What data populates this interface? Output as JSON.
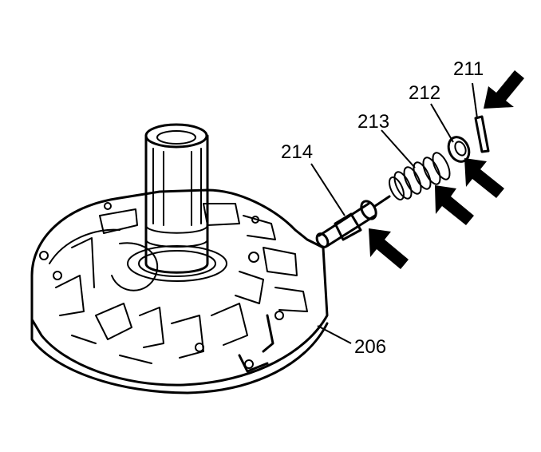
{
  "diagram": {
    "callouts": {
      "c211": "211",
      "c212": "212",
      "c213": "213",
      "c214": "214",
      "c206": "206"
    },
    "colors": {
      "ink": "#000000",
      "paper": "#ffffff"
    }
  }
}
